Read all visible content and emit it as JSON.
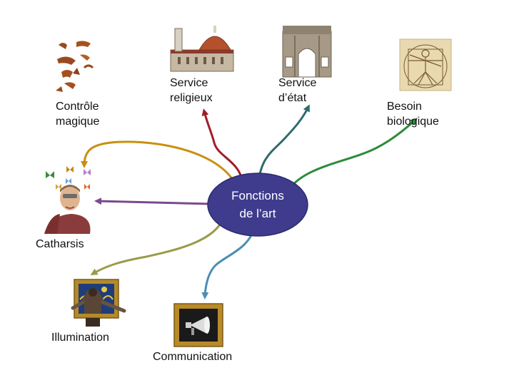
{
  "diagram": {
    "center": {
      "line1": "Fonctions",
      "line2": "de l’art",
      "fill": "#3f3c8e",
      "stroke": "#2c2a6b"
    },
    "branches": [
      {
        "id": "controle-magique",
        "label": "Contrôle\nmagique",
        "icon": "cave-painting-icon",
        "color": "#c8900f"
      },
      {
        "id": "service-religieux",
        "label": "Service\nreligieux",
        "icon": "cathedral-icon",
        "color": "#a11d2a"
      },
      {
        "id": "service-etat",
        "label": "Service\nd’état",
        "icon": "triumphal-arch-icon",
        "color": "#2e6b6f"
      },
      {
        "id": "besoin-biologique",
        "label": "Besoin\nbiologique",
        "icon": "vitruvian-man-icon",
        "color": "#2e8b3a"
      },
      {
        "id": "catharsis",
        "label": "Catharsis",
        "icon": "man-with-butterflies-icon",
        "color": "#7b4a8c"
      },
      {
        "id": "illumination",
        "label": "Illumination",
        "icon": "framed-painting-viewer-icon",
        "color": "#9a9a4a"
      },
      {
        "id": "communication",
        "label": "Communication",
        "icon": "framed-megaphone-icon",
        "color": "#4a8db5"
      }
    ]
  }
}
